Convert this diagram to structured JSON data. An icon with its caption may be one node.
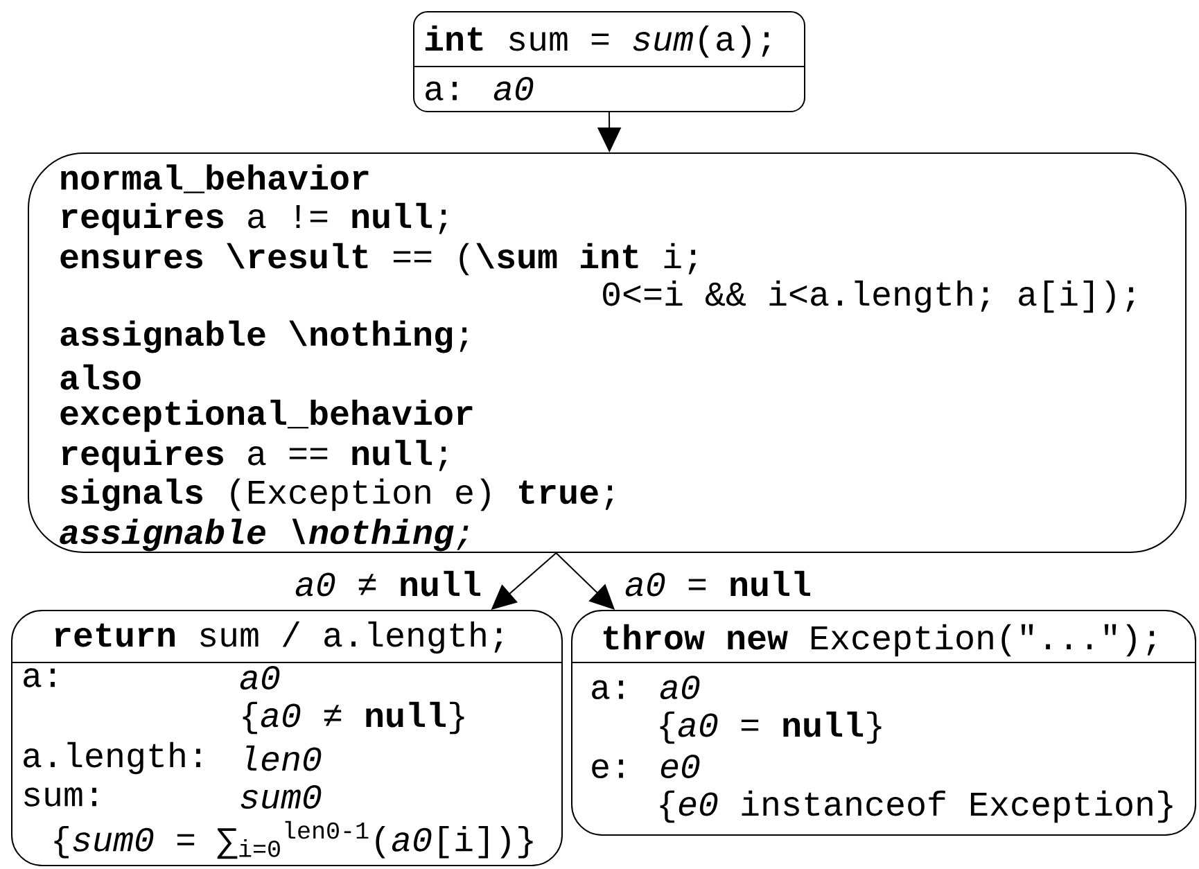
{
  "diagram": {
    "nodes": [
      {
        "text": [
          "**int** sum = *sum*(a);",
          "a: *a0*"
        ]
      },
      {
        "text": [
          "normal_behavior",
          "**requires** a != **null**;",
          "**ensures \\result** == (**\\sum int** i;",
          "0<=i && i<a.length; a[i]);",
          "**assignable \\nothing**;",
          "also",
          "exceptional_behavior",
          "**requires** a == **null**;",
          "**signals** (Exception e) **true**;",
          "**assignable \\nothing**;"
        ]
      },
      {
        "text": [
          "**return** sum / a.length;",
          "a:",
          "*a0*",
          "{*a0* ≠ **null**}",
          "a.length:",
          "*len0*",
          "sum:",
          "*sum0*",
          "{*sum0* = ∑$_{i=0}$$^{len0-1}$(*a0*[i])}"
        ]
      },
      {
        "text": [
          "**throw new** Exception(\"...\");",
          "a: *a0*",
          "{*a0* = **null**}",
          "e: *e0*",
          "{*e0* instanceof Exception}"
        ]
      }
    ],
    "edges": [
      {
        "from": 0,
        "to": 1,
        "arrow": "to"
      },
      {
        "from": 1,
        "to": 2,
        "arrow": "to",
        "label": "*a0* ≠ **null**"
      },
      {
        "from": 1,
        "to": 3,
        "arrow": "to",
        "label": "*a0* = **null**"
      }
    ]
  }
}
